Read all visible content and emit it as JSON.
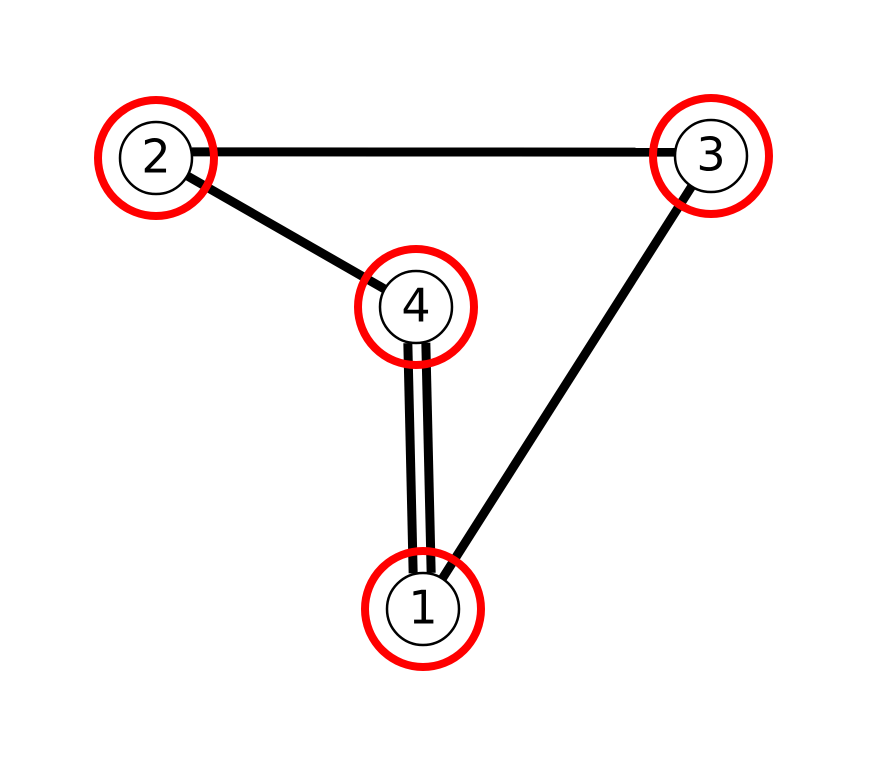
{
  "graph": {
    "nodes": [
      {
        "id": "1",
        "label": "1",
        "highlighted": true
      },
      {
        "id": "2",
        "label": "2",
        "highlighted": true
      },
      {
        "id": "3",
        "label": "3",
        "highlighted": true
      },
      {
        "id": "4",
        "label": "4",
        "highlighted": true
      }
    ],
    "edges": [
      {
        "source": "2",
        "target": "3"
      },
      {
        "source": "2",
        "target": "4"
      },
      {
        "source": "4",
        "target": "1"
      },
      {
        "source": "4",
        "target": "1"
      },
      {
        "source": "3",
        "target": "1"
      }
    ],
    "colors": {
      "edge": "#000000",
      "highlight_ring": "#ff0000",
      "node_fill": "#ffffff",
      "node_stroke": "#000000"
    }
  }
}
